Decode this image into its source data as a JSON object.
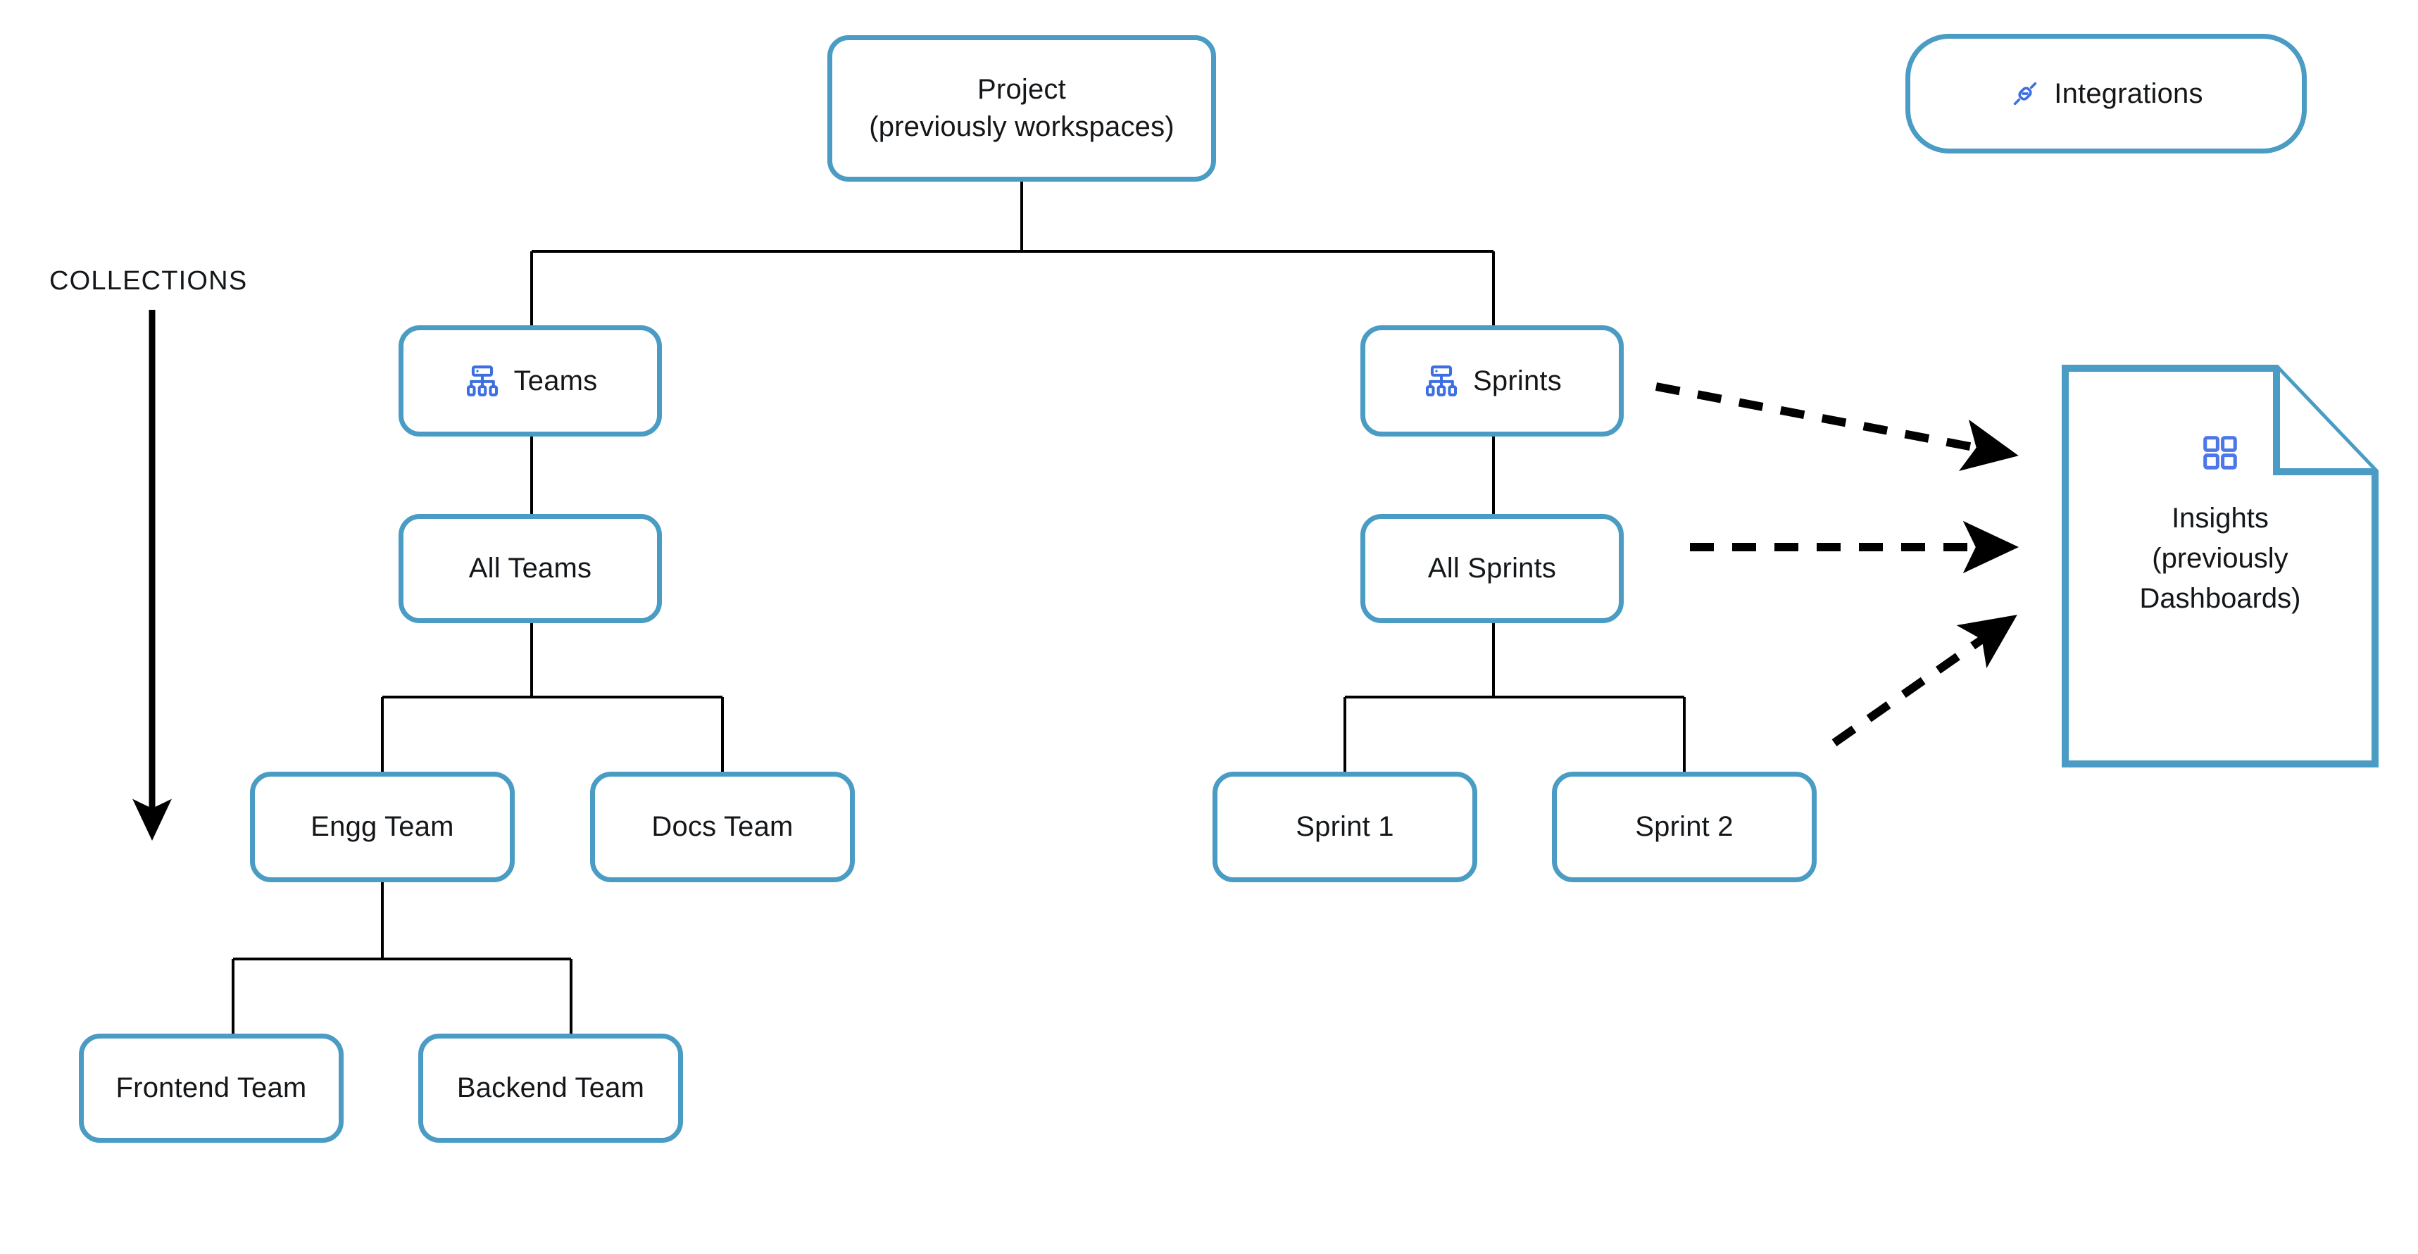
{
  "diagram": {
    "title_label": "COLLECTIONS",
    "accent_color": "#4a9cc4",
    "icon_color": "#3d6fe0",
    "line_color": "#000000",
    "text_color": "#14171a",
    "background": "#ffffff"
  },
  "nodes": {
    "project": {
      "label": "Project\n(previously workspaces)"
    },
    "integrations": {
      "label": "Integrations",
      "icon": "plug-icon"
    },
    "teams": {
      "label": "Teams",
      "icon": "hierarchy-icon"
    },
    "sprints": {
      "label": "Sprints",
      "icon": "hierarchy-icon"
    },
    "all_teams": {
      "label": "All Teams"
    },
    "all_sprints": {
      "label": "All Sprints"
    },
    "engg_team": {
      "label": "Engg Team"
    },
    "docs_team": {
      "label": "Docs Team"
    },
    "sprint_1": {
      "label": "Sprint 1"
    },
    "sprint_2": {
      "label": "Sprint 2"
    },
    "frontend_team": {
      "label": "Frontend Team"
    },
    "backend_team": {
      "label": "Backend Team"
    },
    "insights": {
      "label": "Insights\n(previously\nDashboards)",
      "icon": "dashboard-grid-icon"
    }
  },
  "edges": [
    {
      "from": "project",
      "to": "teams",
      "style": "solid"
    },
    {
      "from": "project",
      "to": "sprints",
      "style": "solid"
    },
    {
      "from": "teams",
      "to": "all_teams",
      "style": "solid"
    },
    {
      "from": "all_teams",
      "to": "engg_team",
      "style": "solid"
    },
    {
      "from": "all_teams",
      "to": "docs_team",
      "style": "solid"
    },
    {
      "from": "engg_team",
      "to": "frontend_team",
      "style": "solid"
    },
    {
      "from": "engg_team",
      "to": "backend_team",
      "style": "solid"
    },
    {
      "from": "sprints",
      "to": "all_sprints",
      "style": "solid"
    },
    {
      "from": "all_sprints",
      "to": "sprint_1",
      "style": "solid"
    },
    {
      "from": "all_sprints",
      "to": "sprint_2",
      "style": "solid"
    },
    {
      "from": "sprints",
      "to": "insights",
      "style": "dashed-arrow"
    },
    {
      "from": "all_sprints",
      "to": "insights",
      "style": "dashed-arrow"
    },
    {
      "from": "sprint_2",
      "to": "insights",
      "style": "dashed-arrow"
    }
  ]
}
